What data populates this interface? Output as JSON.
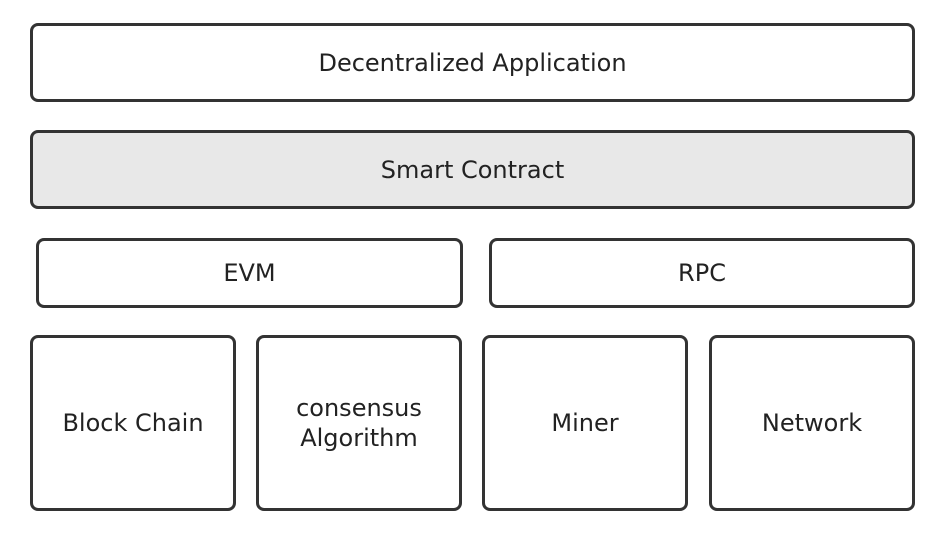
{
  "layers": {
    "application": {
      "label": "Decentralized Application"
    },
    "contract": {
      "label": "Smart Contract"
    },
    "runtime": [
      {
        "label": "EVM"
      },
      {
        "label": "RPC"
      }
    ],
    "core": [
      {
        "lines": [
          "Block Chain"
        ]
      },
      {
        "lines": [
          "consensus",
          "Algorithm"
        ]
      },
      {
        "lines": [
          "Miner"
        ]
      },
      {
        "lines": [
          "Network"
        ]
      }
    ]
  },
  "colors": {
    "border": "#333333",
    "shaded_fill": "#e8e8e8",
    "fill": "#ffffff",
    "text": "#222222"
  }
}
